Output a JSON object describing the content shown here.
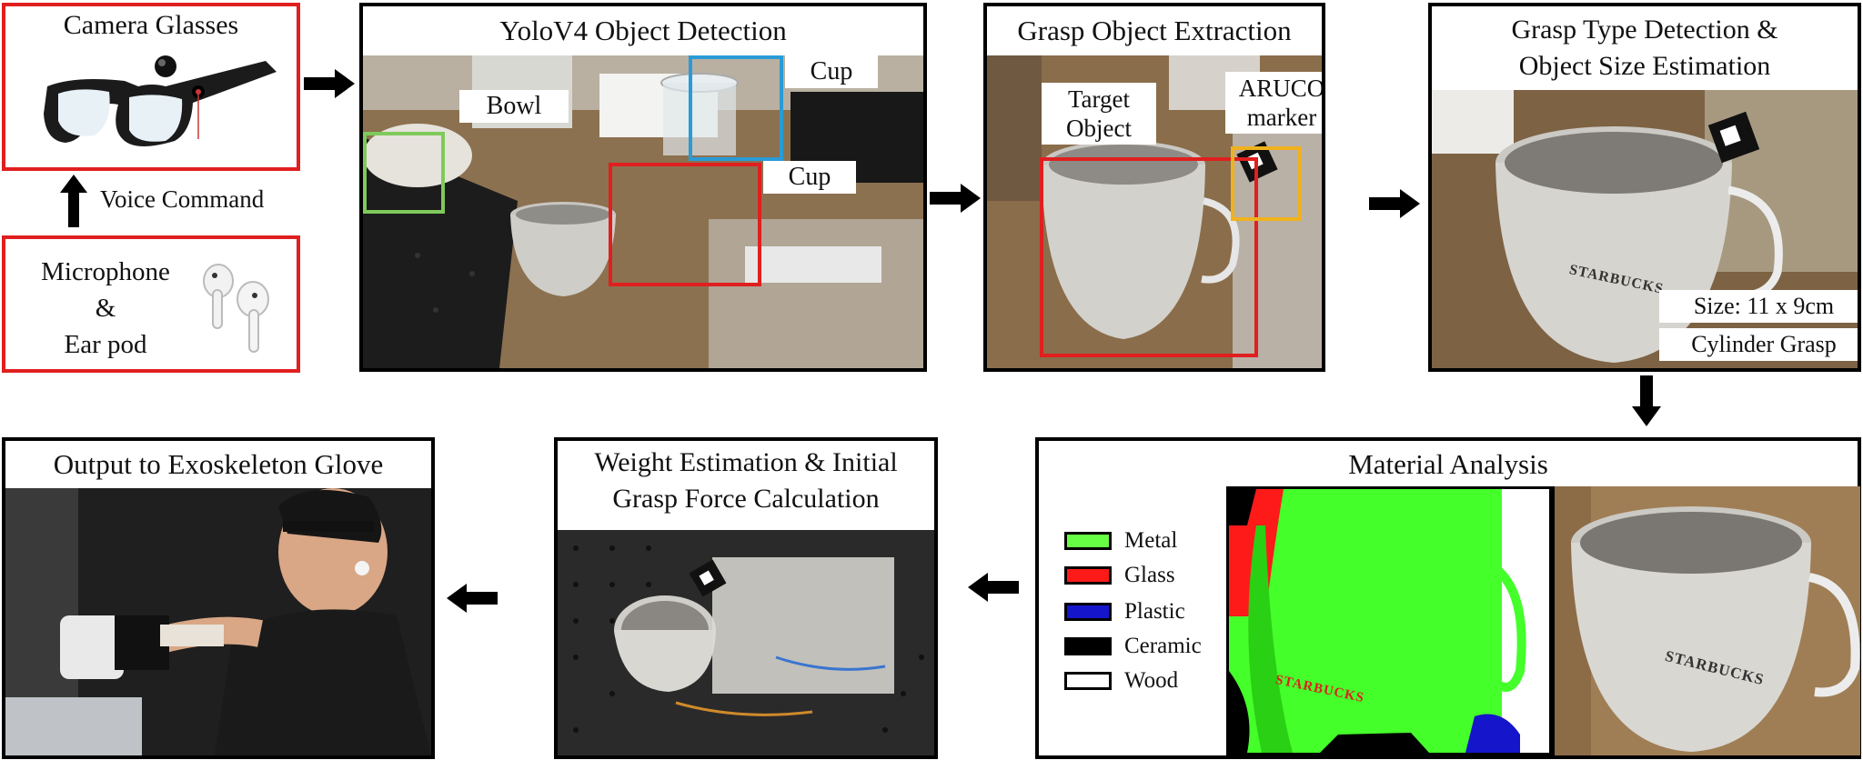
{
  "camera": {
    "title": "Camera Glasses"
  },
  "voice": {
    "label": "Voice Command"
  },
  "microphone": {
    "line1": "Microphone",
    "line2": "&",
    "line3": "Ear pod"
  },
  "yolo": {
    "title": "YoloV4 Object Detection",
    "labels": [
      "Cup",
      "Bowl",
      "Cup"
    ]
  },
  "grasp_extract": {
    "title": "Grasp Object Extraction",
    "target_line1": "Target",
    "target_line2": "Object",
    "aruco_line1": "ARUCO",
    "aruco_line2": "marker"
  },
  "grasp_type": {
    "title_line1": "Grasp Type Detection  &",
    "title_line2": "Object Size  Estimation",
    "size_label": "Size: 11 x 9cm",
    "grasp_label": "Cylinder Grasp"
  },
  "material": {
    "title": "Material Analysis",
    "legend": [
      {
        "name": "Metal",
        "color": "#66ff44"
      },
      {
        "name": "Glass",
        "color": "#ff1a1a"
      },
      {
        "name": "Plastic",
        "color": "#1515cc"
      },
      {
        "name": "Ceramic",
        "color": "#000000"
      },
      {
        "name": "Wood",
        "color": "#ffffff"
      }
    ],
    "mask_text": "STARBUCKS"
  },
  "weight": {
    "title_line1": "Weight Estimation & Initial",
    "title_line2": "Grasp Force Calculation"
  },
  "output": {
    "title": "Output to Exoskeleton Glove"
  },
  "mug_text": "STARBUCKS"
}
